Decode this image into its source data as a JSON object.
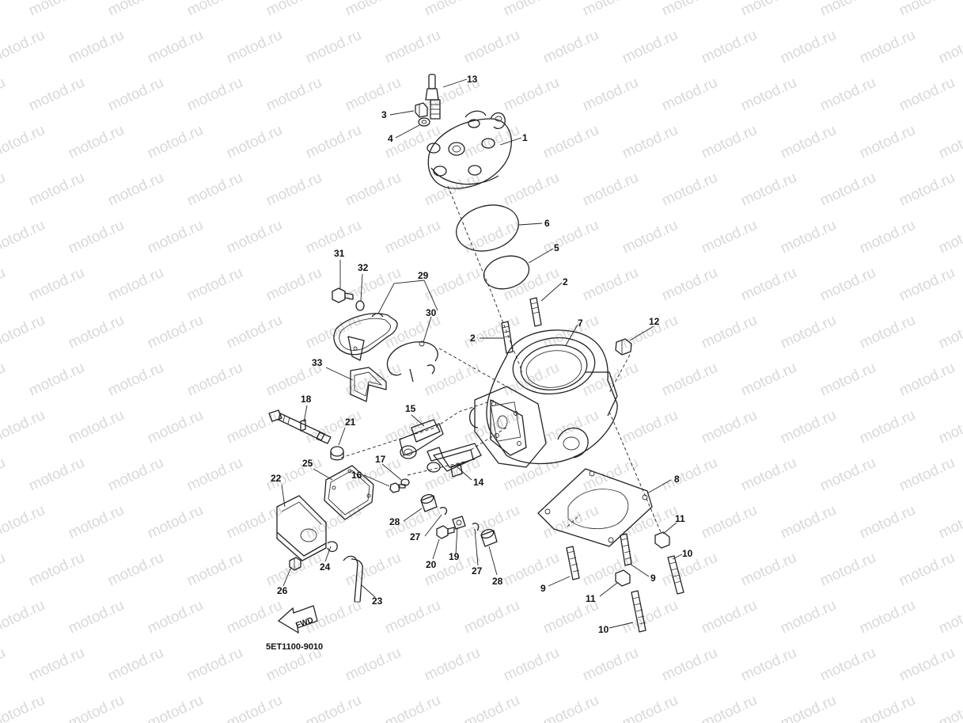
{
  "watermark": {
    "text": "motod.ru"
  },
  "diagram": {
    "code": "5ET1100-9010",
    "fwd_label": "FWD"
  },
  "callouts": [
    {
      "id": "c13",
      "text": "13"
    },
    {
      "id": "c3",
      "text": "3"
    },
    {
      "id": "c4",
      "text": "4"
    },
    {
      "id": "c1",
      "text": "1"
    },
    {
      "id": "c6",
      "text": "6"
    },
    {
      "id": "c5",
      "text": "5"
    },
    {
      "id": "c2a",
      "text": "2"
    },
    {
      "id": "c2b",
      "text": "2"
    },
    {
      "id": "c7",
      "text": "7"
    },
    {
      "id": "c12",
      "text": "12"
    },
    {
      "id": "c31",
      "text": "31"
    },
    {
      "id": "c32",
      "text": "32"
    },
    {
      "id": "c29",
      "text": "29"
    },
    {
      "id": "c30",
      "text": "30"
    },
    {
      "id": "c33",
      "text": "33"
    },
    {
      "id": "c18",
      "text": "18"
    },
    {
      "id": "c21",
      "text": "21"
    },
    {
      "id": "c15",
      "text": "15"
    },
    {
      "id": "c17",
      "text": "17"
    },
    {
      "id": "c16",
      "text": "16"
    },
    {
      "id": "c14",
      "text": "14"
    },
    {
      "id": "c25",
      "text": "25"
    },
    {
      "id": "c22",
      "text": "22"
    },
    {
      "id": "c8",
      "text": "8"
    },
    {
      "id": "c28a",
      "text": "28"
    },
    {
      "id": "c27a",
      "text": "27"
    },
    {
      "id": "c20",
      "text": "20"
    },
    {
      "id": "c19",
      "text": "19"
    },
    {
      "id": "c27b",
      "text": "27"
    },
    {
      "id": "c28b",
      "text": "28"
    },
    {
      "id": "c11a",
      "text": "11"
    },
    {
      "id": "c10a",
      "text": "10"
    },
    {
      "id": "c9a",
      "text": "9"
    },
    {
      "id": "c9b",
      "text": "9"
    },
    {
      "id": "c11b",
      "text": "11"
    },
    {
      "id": "c10b",
      "text": "10"
    },
    {
      "id": "c24",
      "text": "24"
    },
    {
      "id": "c26",
      "text": "26"
    },
    {
      "id": "c23",
      "text": "23"
    }
  ]
}
